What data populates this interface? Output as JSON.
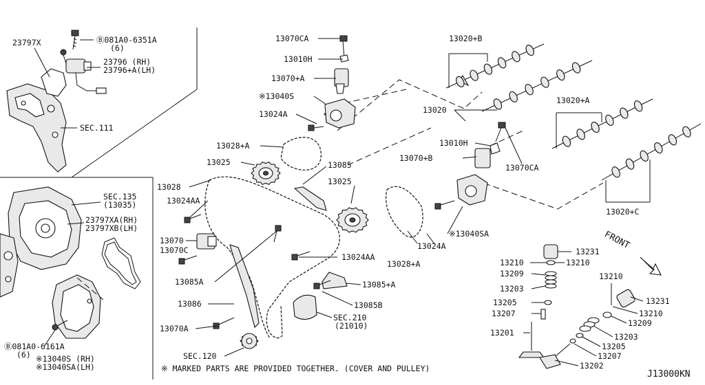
{
  "diagram_code": "J13000KN",
  "footnote": "※ MARKED PARTS ARE PROVIDED TOGETHER. (COVER AND PULLEY)",
  "front_label": "FRONT",
  "icons": [
    "bolt-icon",
    "sprocket-icon",
    "camshaft-icon",
    "valve-icon",
    "timing-chain-icon",
    "front-arrow-icon"
  ],
  "callouts": {
    "c23797x": "23797X",
    "c081a0_6351a": "Ⓑ081A0-6351A",
    "c081a0_6351a_qty": "(6)",
    "c23796": "23796  (RH)",
    "c23796a": "23796+A(LH)",
    "sec111": "SEC.111",
    "sec135": "SEC.135",
    "sec135b": "(13035)",
    "c23797xa": "23797XA(RH)",
    "c23797xb": "23797XB(LH)",
    "c081a0_6161a": "Ⓑ081A0-6161A",
    "c081a0_6161a_qty": "(6)",
    "c13040s_rh": "※13040S    (RH)",
    "c13040sa_lh": "※13040SA(LH)",
    "c13070ca_top": "13070CA",
    "c13010h_top": "13010H",
    "c13070a_top": "13070+A",
    "c13040s": "※13040S",
    "c13024a_top": "13024A",
    "c13028a_top": "13028+A",
    "c13025_left": "13025",
    "c13085": "13085",
    "c13028": "13028",
    "c13025_mid": "13025",
    "c13024aa_left": "13024AA",
    "c13070": "13070",
    "c13070c": "13070C",
    "c13085a": "13085A",
    "c13086": "13086",
    "c13070a_low": "13070A",
    "sec120": "SEC.120",
    "c13024aa_mid": "13024AA",
    "c13085_a": "13085+A",
    "c13085b": "13085B",
    "sec210": "SEC.210",
    "sec210b": "(21010)",
    "c13020b": "13020+B",
    "c13020": "13020",
    "c13020a": "13020+A",
    "c13020c": "13020+C",
    "c13010h_mid": "13010H",
    "c13070b": "13070+B",
    "c13070ca_mid": "13070CA",
    "c13040sa": "※13040SA",
    "c13024a_mid": "13024A",
    "c13028a_mid": "13028+A",
    "v13231_top": "13231",
    "v13210_l": "13210",
    "v13210_r": "13210",
    "v13209_l": "13209",
    "v13203_l": "13203",
    "v13205_l": "13205",
    "v13207_l": "13207",
    "v13201": "13201",
    "v13210_top": "13210",
    "v13231_r": "13231",
    "v13210_r2": "13210",
    "v13209_r": "13209",
    "v13203_r": "13203",
    "v13205_r": "13205",
    "v13207_r": "13207",
    "v13202": "13202"
  }
}
